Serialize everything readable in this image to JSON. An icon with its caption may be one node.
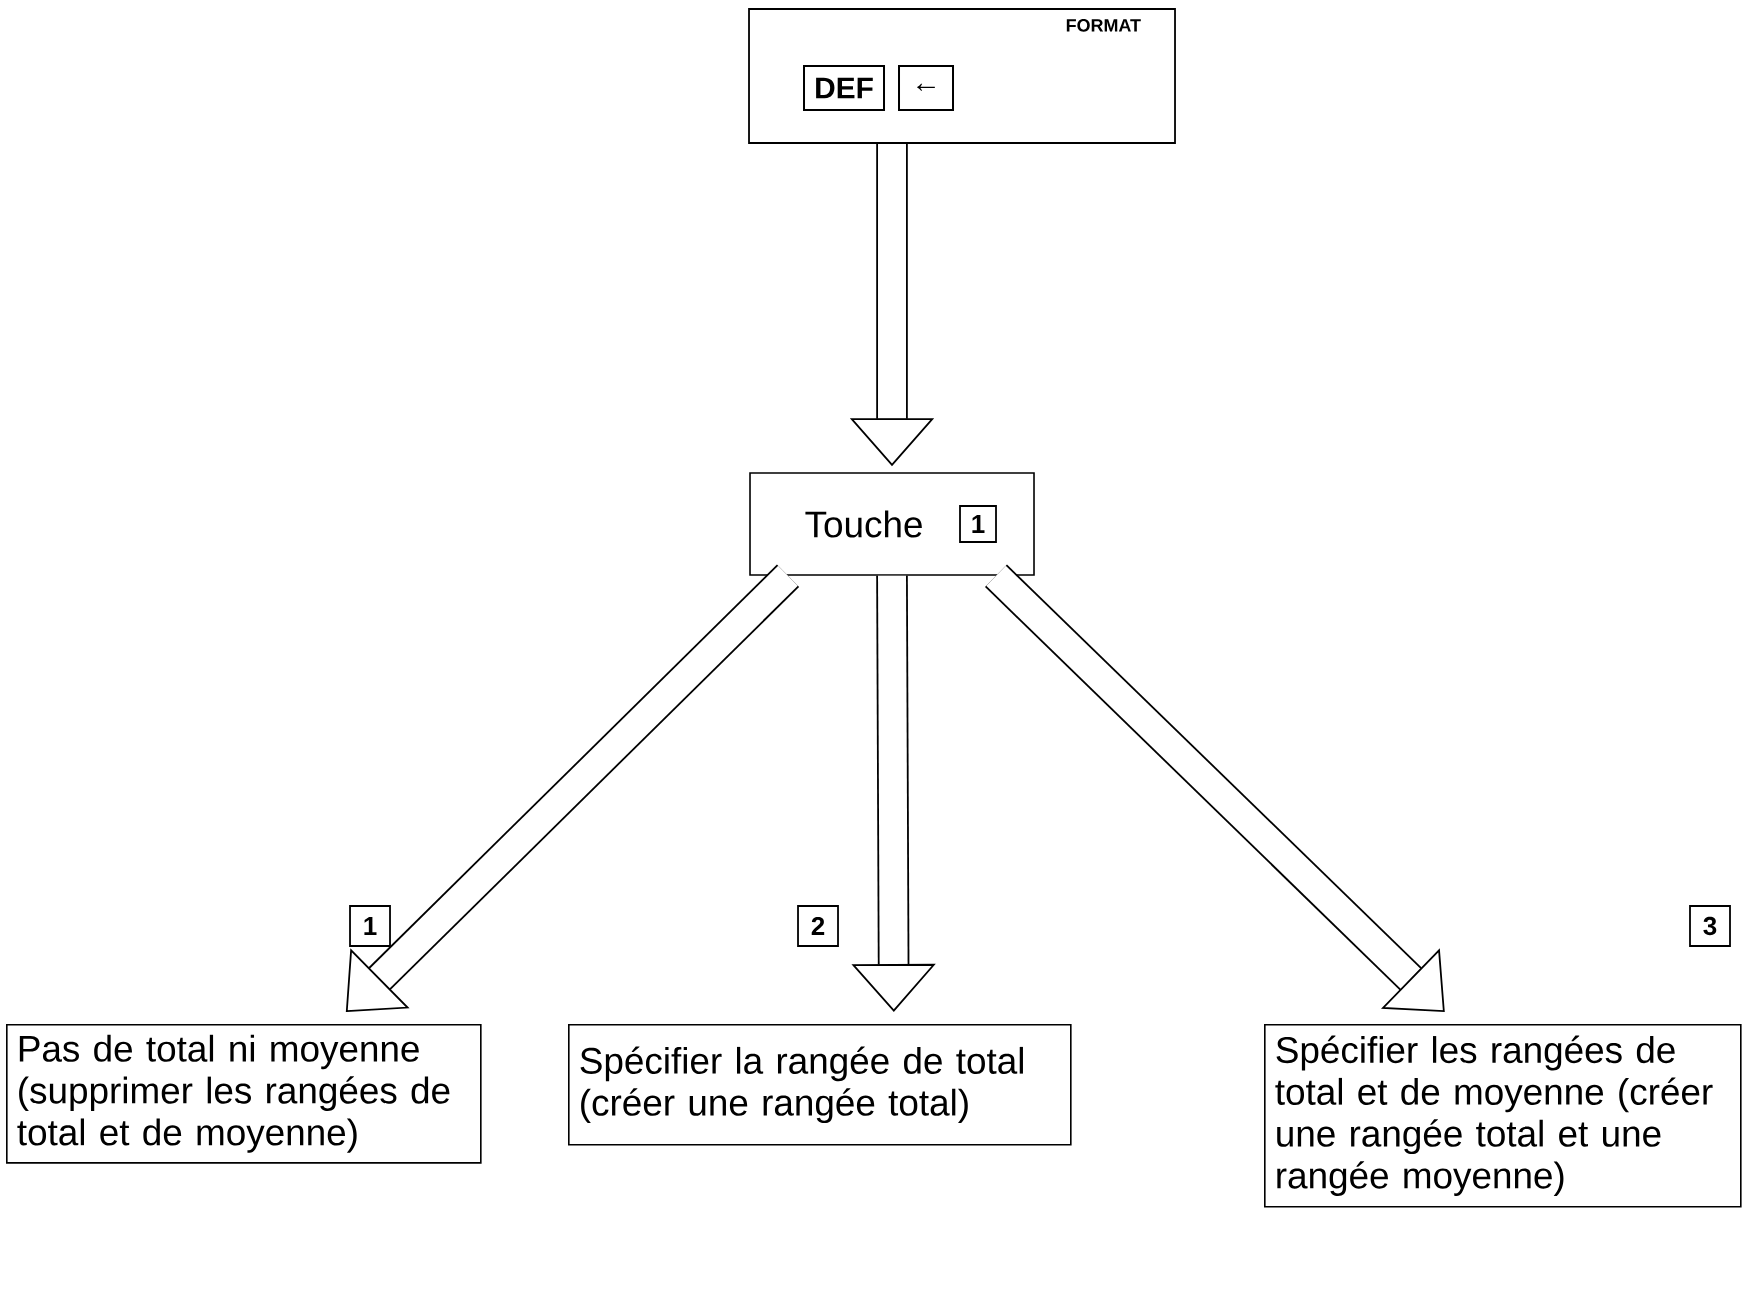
{
  "diagram": {
    "nodes": [
      {
        "text": [
          "FORMAT"
        ]
      },
      {
        "text": [
          "DEF"
        ],
        "in": 0
      },
      {
        "text": [
          "←"
        ],
        "in": 0
      },
      {
        "text": [
          "Touche"
        ]
      },
      {
        "text": [
          "1"
        ],
        "in": 3
      },
      {
        "text": [
          "1"
        ]
      },
      {
        "text": [
          "2"
        ]
      },
      {
        "text": [
          "3"
        ]
      },
      {
        "text": [
          "Pas de total ni moyenne (supprimer les rangées de total et de moyenne)"
        ]
      },
      {
        "text": [
          "Spécifier la rangée de total (créer une rangée total)"
        ]
      },
      {
        "text": [
          "Spécifier les rangées de total et de moyenne (créer une rangée total et une rangée moyenne)"
        ]
      }
    ],
    "edges": [
      {
        "from": 0,
        "to": 3,
        "arrow": "to"
      },
      {
        "from": 3,
        "to": 8,
        "arrow": "to"
      },
      {
        "from": 3,
        "to": 9,
        "arrow": "to"
      },
      {
        "from": 3,
        "to": 10,
        "arrow": "to"
      }
    ]
  }
}
